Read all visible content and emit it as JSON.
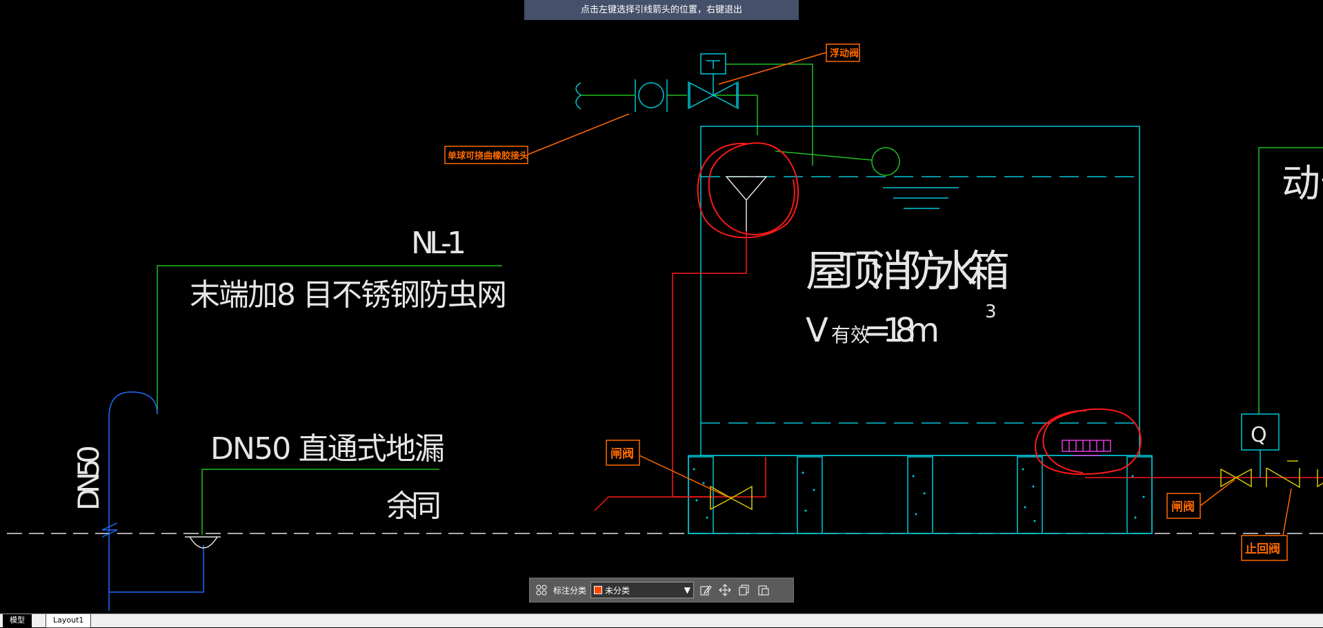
{
  "prompt": {
    "text": "点击左键选择引线箭头的位置，右键退出"
  },
  "drawing": {
    "notes": {
      "nl1": "NL-1",
      "screen_note": "末端加8 目不锈钢防虫网",
      "dn50_drain": "DN50  直通式地漏",
      "same_rest": "余同",
      "pipe_size": "DN50",
      "tank_title": "屋顶消防水箱",
      "tank_volume_v": "V",
      "tank_volume_sub": "有效",
      "tank_volume_val": "=18m",
      "tank_volume_exp": "3",
      "right_partial": "动作"
    },
    "callouts": {
      "float_valve": "浮动阀",
      "flex_joint": "单球可挠曲橡胶接头",
      "gate_valve_left": "闸阀",
      "gate_valve_right": "闸阀",
      "check_valve": "止回阀",
      "q_box": "Q"
    },
    "colors": {
      "background": "#000000",
      "cyan": "#00c8d8",
      "green": "#21c021",
      "red": "#ff1a1a",
      "orange": "#ff6a00",
      "blue": "#1e6cff",
      "yellow": "#d8c800",
      "magenta": "#e03ce0",
      "white": "#e6e6e6"
    }
  },
  "toolbar": {
    "label": "标注分类",
    "category_value": "未分类",
    "icons": [
      "grid-icon",
      "edit-icon",
      "move-icon",
      "copy-icon",
      "paste-icon"
    ]
  },
  "tabs": {
    "model": "模型",
    "layout1": "Layout1"
  }
}
